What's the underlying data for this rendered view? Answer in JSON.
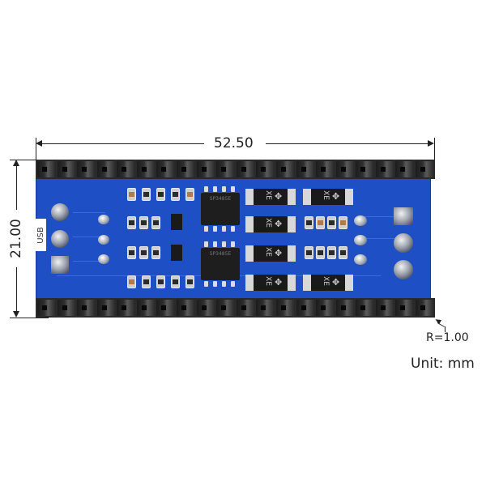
{
  "diagram": {
    "type": "pcb-dimension-drawing",
    "dimensions": {
      "width_label": "52.50",
      "height_label": "21.00",
      "corner_radius_label": "R=1.00",
      "unit_label": "Unit: mm"
    },
    "board": {
      "silkscreen_label": "USB",
      "pcb_color": "#1f4fc4",
      "header_color": "#2a2a2a",
      "header_pin_count_per_row": 20,
      "ic_marking": "SP3485E",
      "diode_marking": "XE"
    }
  }
}
